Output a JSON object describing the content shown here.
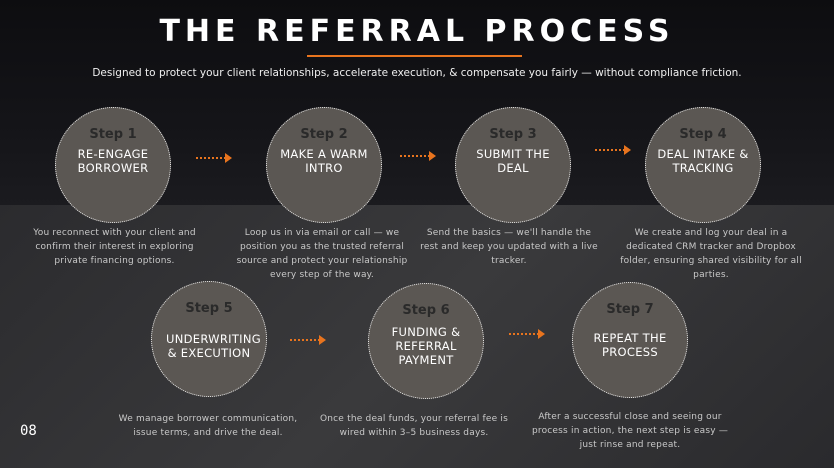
{
  "title": "THE REFERRAL PROCESS",
  "subtitle": "Designed to protect your client relationships, accelerate execution, & compensate you fairly — without compliance friction.",
  "page_number": "08",
  "colors": {
    "accent": "#e8741e",
    "circle_fill": "#5b5753",
    "step_text": "#2a2a2a"
  },
  "steps": [
    {
      "step": "Step 1",
      "label": "RE-ENGAGE BORROWER",
      "description": "You reconnect with your client and confirm their interest in exploring private financing options."
    },
    {
      "step": "Step 2",
      "label": "MAKE A WARM INTRO",
      "description": "Loop us in via email or call — we position you as the trusted referral source and protect your relationship every step of the way."
    },
    {
      "step": "Step 3",
      "label": "SUBMIT THE DEAL",
      "description": "Send the basics — we'll handle the rest and keep you updated with a live tracker."
    },
    {
      "step": "Step 4",
      "label": "DEAL INTAKE & TRACKING",
      "description": "We create and log your deal in a dedicated CRM tracker and Dropbox folder, ensuring shared visibility for all parties."
    },
    {
      "step": "Step 5",
      "label": "UNDERWRITING & EXECUTION",
      "description": "We manage borrower communication, issue terms, and drive the deal."
    },
    {
      "step": "Step 6",
      "label": "FUNDING & REFERRAL PAYMENT",
      "description": "Once the deal funds, your referral fee is wired within 3–5 business days."
    },
    {
      "step": "Step 7",
      "label": "REPEAT THE PROCESS",
      "description": "After a successful close and seeing our process in action, the next step is easy — just rinse and repeat."
    }
  ]
}
